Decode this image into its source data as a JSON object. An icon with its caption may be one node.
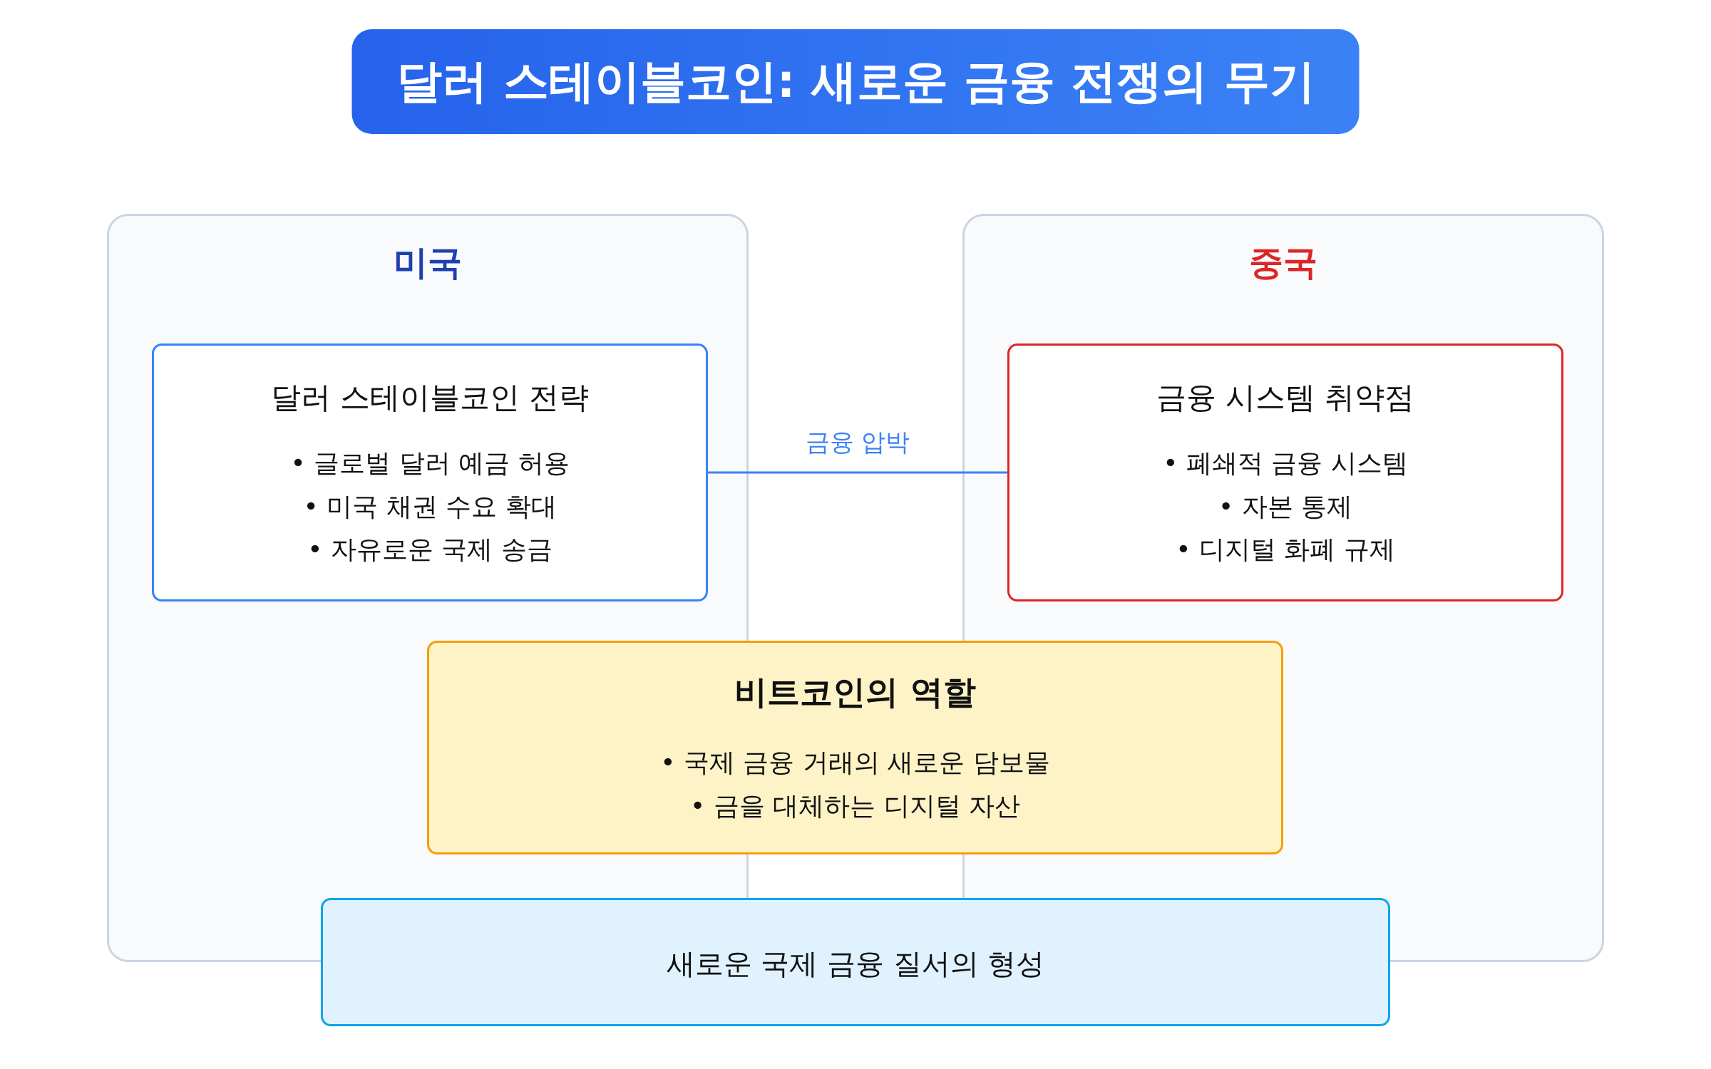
{
  "diagram": {
    "title": "달러 스테이블코인: 새로운 금융 전쟁의 무기",
    "nodes": [
      {
        "text": [
          "미국"
        ]
      },
      {
        "text": [
          "달러 스테이블코인 전략",
          "• 글로벌 달러 예금 허용",
          "• 미국 채권 수요 확대",
          "• 자유로운 국제 송금"
        ],
        "in": 0
      },
      {
        "text": [
          "중국"
        ]
      },
      {
        "text": [
          "금융 시스템 취약점",
          "• 폐쇄적 금융 시스템",
          "• 자본 통제",
          "• 디지털 화폐 규제"
        ],
        "in": 2
      },
      {
        "text": [
          "비트코인의 역할",
          "• 국제 금융 거래의 새로운 담보물",
          "• 금을 대체하는 디지털 자산"
        ]
      },
      {
        "text": [
          "새로운 국제 금융 질서의 형성"
        ]
      }
    ],
    "edges": [
      {
        "from": 1,
        "to": 3,
        "arrow": "none",
        "label": "금융 압박"
      }
    ]
  }
}
